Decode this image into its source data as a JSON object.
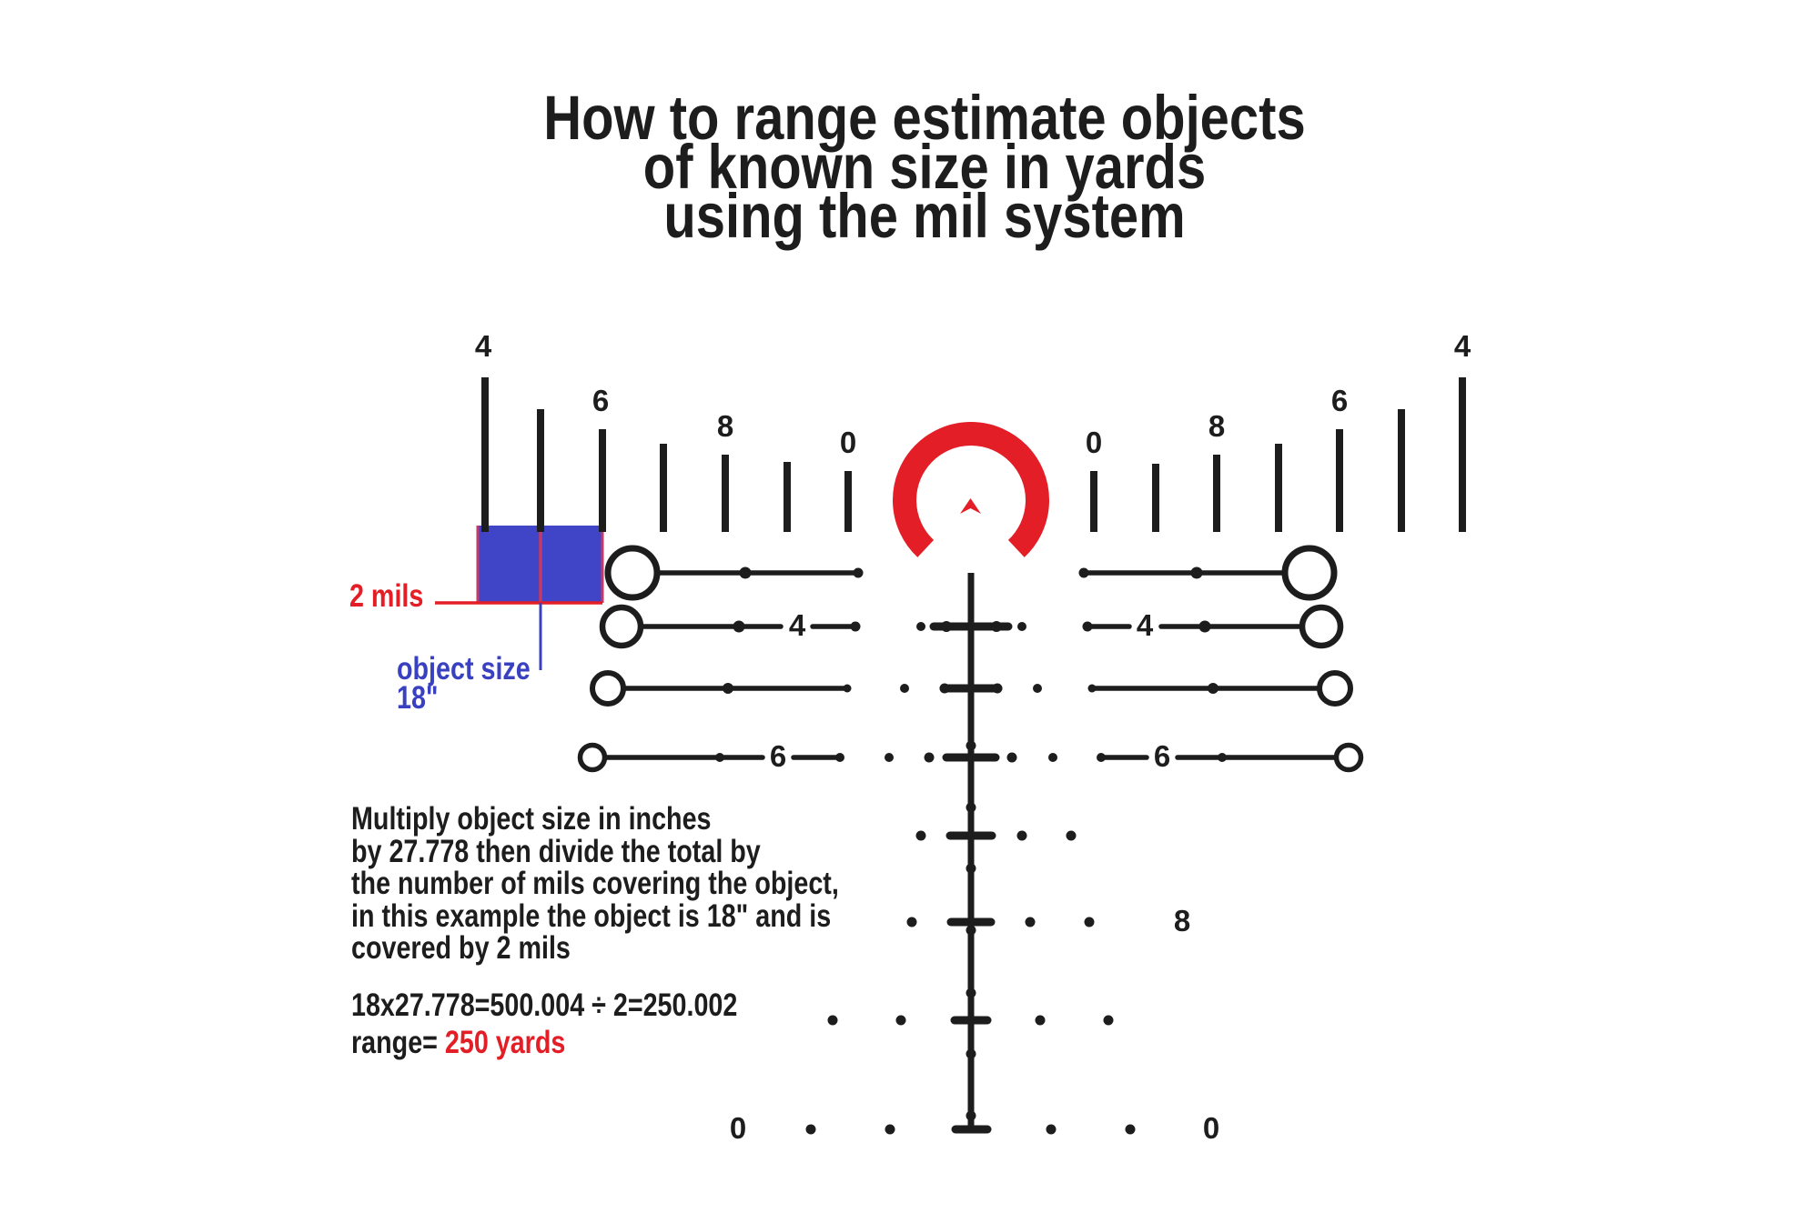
{
  "title": {
    "lines": [
      "How to range estimate objects",
      "of known size in yards",
      "using the mil system"
    ]
  },
  "reticle": {
    "top_left_labels": [
      "4",
      "6",
      "8",
      "0"
    ],
    "top_right_labels": [
      "0",
      "8",
      "6",
      "4"
    ],
    "left_row_4": "4",
    "right_row_4": "4",
    "left_row_6": "6",
    "right_row_6": "6",
    "label_8": "8",
    "bottom_left_0": "0",
    "bottom_right_0": "0"
  },
  "annotations": {
    "mils": "2 mils",
    "object_size": "object size",
    "object_size_value": "18\""
  },
  "explanation": {
    "lines": [
      "Multiply object size in inches",
      "by 27.778 then divide the total by",
      "the number of mils covering the object,",
      "in this example the object is 18\" and is",
      "covered by 2 mils"
    ]
  },
  "formula": {
    "equation": "18x27.778=500.004 ÷ 2=250.002",
    "range_label": "range=",
    "range_value": "250 yards"
  },
  "colors": {
    "red": "#e31e26",
    "blue": "#4045c8",
    "blue-text": "#3a41c1",
    "ink": "#1d1d1d",
    "crimson": "#c23a66",
    "bg": "#ffffff"
  }
}
